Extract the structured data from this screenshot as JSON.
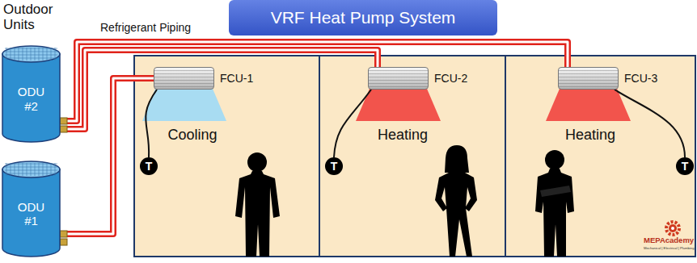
{
  "diagram": {
    "title": "VRF Heat Pump System",
    "nodes": [
      {
        "text": [
          "ODU #2"
        ]
      },
      {
        "text": [
          "ODU #1"
        ]
      },
      {
        "text": [
          "FCU-1"
        ]
      },
      {
        "text": [
          "FCU-2"
        ]
      },
      {
        "text": [
          "FCU-3"
        ]
      },
      {
        "text": [
          "T"
        ]
      },
      {
        "text": [
          "T"
        ]
      },
      {
        "text": [
          "T"
        ]
      }
    ],
    "edges": [
      {
        "from": 0,
        "to": 3,
        "arrow": "none"
      },
      {
        "from": 0,
        "to": 4,
        "arrow": "none"
      },
      {
        "from": 1,
        "to": 2,
        "arrow": "none"
      },
      {
        "from": 2,
        "to": 5,
        "arrow": "none"
      },
      {
        "from": 3,
        "to": 6,
        "arrow": "none"
      },
      {
        "from": 4,
        "to": 7,
        "arrow": "none"
      }
    ],
    "labels": [
      "Outdoor Units",
      "Refrigerant Piping",
      "Cooling",
      "Heating",
      "Heating",
      "MEPAcademy",
      "Mechanical | Electrical | Plumbing"
    ]
  }
}
